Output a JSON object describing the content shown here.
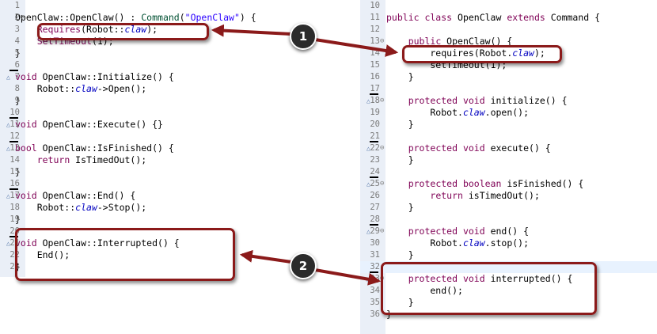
{
  "cpp_editor": {
    "lines": [
      {
        "n": "1",
        "parts": [
          {
            "t": ""
          }
        ]
      },
      {
        "n": "2",
        "parts": [
          {
            "t": "OpenClaw::OpenClaw() : "
          },
          {
            "t": "Command",
            "c": "ty"
          },
          {
            "t": "("
          },
          {
            "t": "\"OpenClaw\"",
            "c": "str"
          },
          {
            "t": ") {"
          }
        ]
      },
      {
        "n": "3",
        "parts": [
          {
            "t": "    "
          },
          {
            "t": "Requires",
            "c": "kw"
          },
          {
            "t": "(Robot::"
          },
          {
            "t": "claw",
            "c": "fld"
          },
          {
            "t": ");"
          }
        ]
      },
      {
        "n": "4",
        "parts": [
          {
            "t": "    "
          },
          {
            "t": "SetTimeout",
            "c": "kw"
          },
          {
            "t": "(1);"
          }
        ]
      },
      {
        "n": "5",
        "parts": [
          {
            "t": "}"
          }
        ]
      },
      {
        "n": "6",
        "parts": [
          {
            "t": ""
          }
        ]
      },
      {
        "n": "7",
        "parts": [
          {
            "t": "void",
            "c": "kw"
          },
          {
            "t": " OpenClaw::Initialize() {"
          }
        ]
      },
      {
        "n": "8",
        "parts": [
          {
            "t": "    Robot::"
          },
          {
            "t": "claw",
            "c": "fld"
          },
          {
            "t": "->Open();"
          }
        ]
      },
      {
        "n": "9",
        "parts": [
          {
            "t": "}"
          }
        ]
      },
      {
        "n": "10",
        "parts": [
          {
            "t": ""
          }
        ]
      },
      {
        "n": "11",
        "parts": [
          {
            "t": "void",
            "c": "kw"
          },
          {
            "t": " OpenClaw::Execute() {}"
          }
        ]
      },
      {
        "n": "12",
        "parts": [
          {
            "t": ""
          }
        ]
      },
      {
        "n": "13",
        "parts": [
          {
            "t": "bool",
            "c": "kw"
          },
          {
            "t": " OpenClaw::IsFinished() {"
          }
        ]
      },
      {
        "n": "14",
        "parts": [
          {
            "t": "    "
          },
          {
            "t": "return",
            "c": "kw"
          },
          {
            "t": " IsTimedOut();"
          }
        ]
      },
      {
        "n": "15",
        "parts": [
          {
            "t": "}"
          }
        ]
      },
      {
        "n": "16",
        "parts": [
          {
            "t": ""
          }
        ]
      },
      {
        "n": "17",
        "parts": [
          {
            "t": "void",
            "c": "kw"
          },
          {
            "t": " OpenClaw::End() {"
          }
        ]
      },
      {
        "n": "18",
        "parts": [
          {
            "t": "    Robot::"
          },
          {
            "t": "claw",
            "c": "fld"
          },
          {
            "t": "->Stop();"
          }
        ]
      },
      {
        "n": "19",
        "parts": [
          {
            "t": "}"
          }
        ]
      },
      {
        "n": "20",
        "parts": [
          {
            "t": ""
          }
        ]
      },
      {
        "n": "21",
        "parts": [
          {
            "t": "void",
            "c": "kw"
          },
          {
            "t": " OpenClaw::Interrupted() {"
          }
        ]
      },
      {
        "n": "22",
        "parts": [
          {
            "t": "    End();"
          }
        ]
      },
      {
        "n": "23",
        "parts": [
          {
            "t": "}"
          }
        ]
      }
    ]
  },
  "java_editor": {
    "lines": [
      {
        "n": "10",
        "parts": [
          {
            "t": ""
          }
        ]
      },
      {
        "n": "11",
        "parts": [
          {
            "t": "public class",
            "c": "kw"
          },
          {
            "t": " OpenClaw "
          },
          {
            "t": "extends",
            "c": "kw"
          },
          {
            "t": " Command {"
          }
        ]
      },
      {
        "n": "12",
        "parts": [
          {
            "t": ""
          }
        ]
      },
      {
        "n": "13",
        "parts": [
          {
            "t": "    "
          },
          {
            "t": "public",
            "c": "kw"
          },
          {
            "t": " OpenClaw() {"
          }
        ]
      },
      {
        "n": "14",
        "parts": [
          {
            "t": "        requires(Robot."
          },
          {
            "t": "claw",
            "c": "fld"
          },
          {
            "t": ");"
          }
        ]
      },
      {
        "n": "15",
        "parts": [
          {
            "t": "        setTimeout(1);"
          }
        ]
      },
      {
        "n": "16",
        "parts": [
          {
            "t": "    }"
          }
        ]
      },
      {
        "n": "17",
        "parts": [
          {
            "t": ""
          }
        ]
      },
      {
        "n": "18",
        "parts": [
          {
            "t": "    "
          },
          {
            "t": "protected void",
            "c": "kw"
          },
          {
            "t": " initialize() {"
          }
        ]
      },
      {
        "n": "19",
        "parts": [
          {
            "t": "        Robot."
          },
          {
            "t": "claw",
            "c": "fld"
          },
          {
            "t": ".open();"
          }
        ]
      },
      {
        "n": "20",
        "parts": [
          {
            "t": "    }"
          }
        ]
      },
      {
        "n": "21",
        "parts": [
          {
            "t": ""
          }
        ]
      },
      {
        "n": "22",
        "parts": [
          {
            "t": "    "
          },
          {
            "t": "protected void",
            "c": "kw"
          },
          {
            "t": " execute() {"
          }
        ]
      },
      {
        "n": "23",
        "parts": [
          {
            "t": "    }"
          }
        ]
      },
      {
        "n": "24",
        "parts": [
          {
            "t": ""
          }
        ]
      },
      {
        "n": "25",
        "parts": [
          {
            "t": "    "
          },
          {
            "t": "protected boolean",
            "c": "kw"
          },
          {
            "t": " isFinished() {"
          }
        ]
      },
      {
        "n": "26",
        "parts": [
          {
            "t": "        "
          },
          {
            "t": "return",
            "c": "kw"
          },
          {
            "t": " isTimedOut();"
          }
        ]
      },
      {
        "n": "27",
        "parts": [
          {
            "t": "    }"
          }
        ]
      },
      {
        "n": "28",
        "parts": [
          {
            "t": ""
          }
        ]
      },
      {
        "n": "29",
        "parts": [
          {
            "t": "    "
          },
          {
            "t": "protected void",
            "c": "kw"
          },
          {
            "t": " end() {"
          }
        ]
      },
      {
        "n": "30",
        "parts": [
          {
            "t": "        Robot."
          },
          {
            "t": "claw",
            "c": "fld"
          },
          {
            "t": ".stop();"
          }
        ]
      },
      {
        "n": "31",
        "parts": [
          {
            "t": "    }"
          }
        ]
      },
      {
        "n": "32",
        "parts": [
          {
            "t": ""
          }
        ]
      },
      {
        "n": "33",
        "parts": [
          {
            "t": "    "
          },
          {
            "t": "protected void",
            "c": "kw"
          },
          {
            "t": " interrupted() {"
          }
        ]
      },
      {
        "n": "34",
        "parts": [
          {
            "t": "        end();"
          }
        ]
      },
      {
        "n": "35",
        "parts": [
          {
            "t": "    }"
          }
        ]
      },
      {
        "n": "36",
        "parts": [
          {
            "t": "}"
          }
        ]
      }
    ]
  },
  "callouts": {
    "badge_1": "1",
    "badge_2": "2"
  },
  "colors": {
    "keyword": "#7f0055",
    "string": "#2a00ff",
    "field": "#0000c0",
    "callout_border": "#8b1a1a",
    "gutter": "#eaeff7"
  }
}
